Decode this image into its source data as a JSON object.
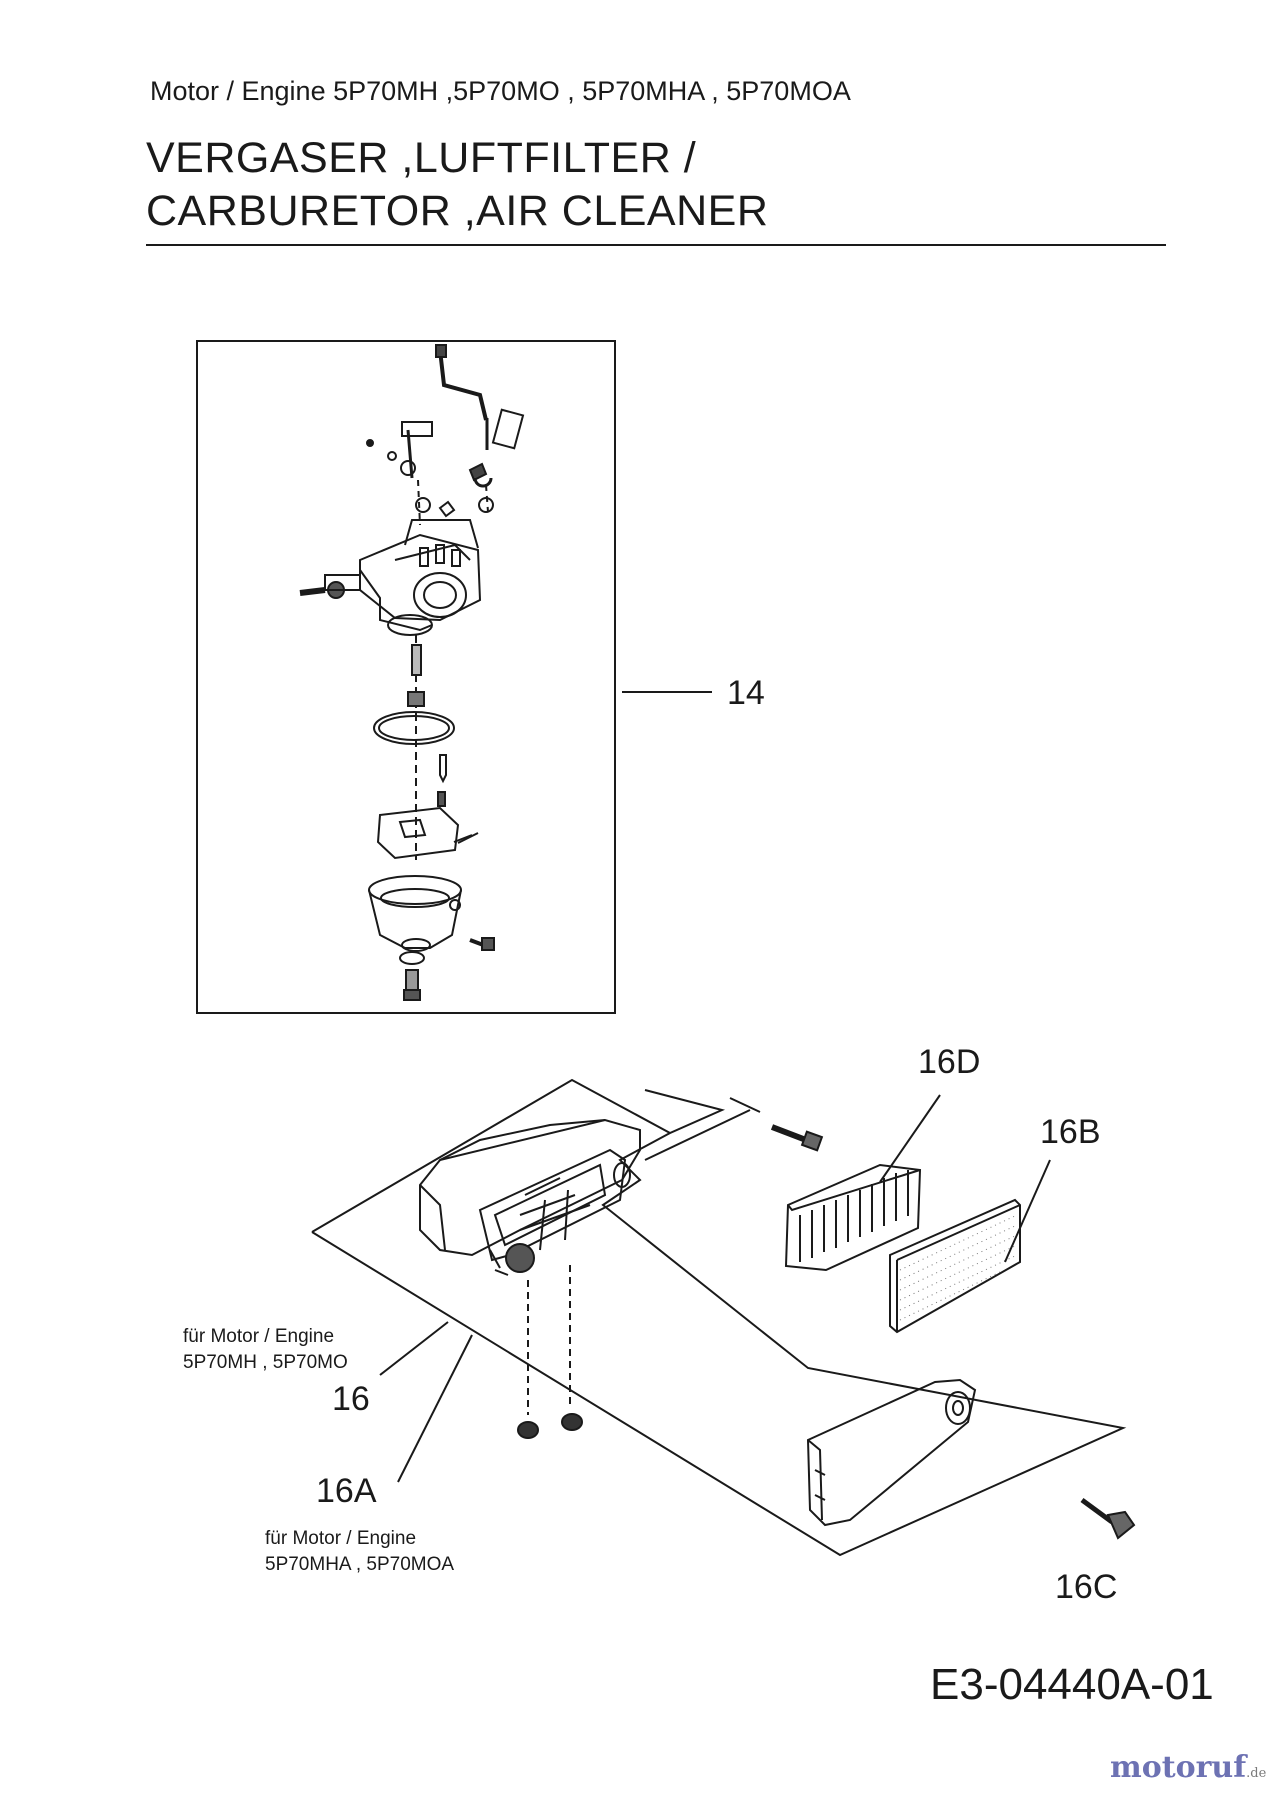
{
  "header": {
    "subtitle": "Motor / Engine 5P70MH ,5P70MO , 5P70MHA , 5P70MOA",
    "title_line1": "VERGASER ,LUFTFILTER /",
    "title_line2": "CARBURETOR ,AIR CLEANER"
  },
  "callouts": {
    "c14": "14",
    "c16": "16",
    "c16a": "16A",
    "c16b": "16B",
    "c16c": "16C",
    "c16d": "16D"
  },
  "notes": {
    "note16_line1": "für Motor / Engine",
    "note16_line2": "5P70MH , 5P70MO",
    "note16a_line1": "für Motor / Engine",
    "note16a_line2": "5P70MHA , 5P70MOA"
  },
  "footer": {
    "diagram_code": "E3-04440A-01",
    "logo": "motoruf",
    "logo_suffix": ".de"
  },
  "colors": {
    "ink": "#1a1a1a",
    "logo": "#6d72b3"
  }
}
